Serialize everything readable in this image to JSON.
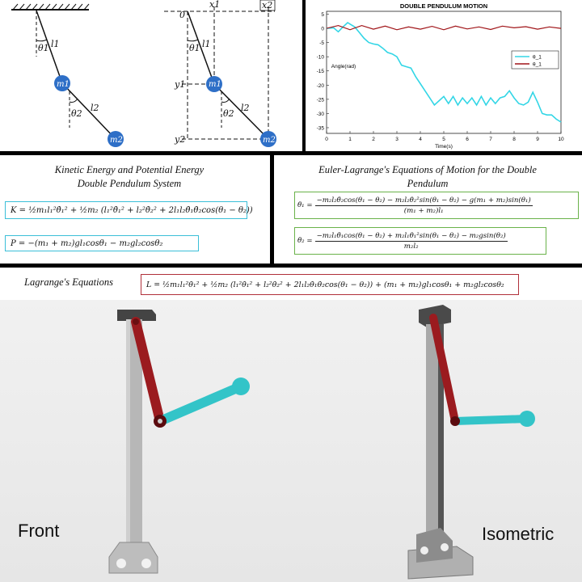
{
  "diagram": {
    "left": {
      "theta1": "θ1",
      "l1": "l1",
      "m1": "m1",
      "theta2": "θ2",
      "l2": "l2",
      "m2": "m2"
    },
    "right": {
      "origin": "0",
      "x1": "x1",
      "x2": "x2",
      "y1": "y1",
      "y2": "y2",
      "theta1": "θ1",
      "l1": "l1",
      "m1": "m1",
      "theta2": "θ2",
      "l2": "l2",
      "m2": "m2"
    }
  },
  "chart_data": {
    "type": "line",
    "title": "DOUBLE PENDULUM MOTION",
    "xlabel": "Time(s)",
    "ylabel": "Angle(rad)",
    "xlim": [
      0,
      10
    ],
    "ylim": [
      -37,
      6
    ],
    "xticks": [
      "0",
      "1",
      "2",
      "3",
      "4",
      "5",
      "6",
      "7",
      "8",
      "9",
      "10"
    ],
    "yticks": [
      "5",
      "0",
      "-5",
      "-10",
      "-15",
      "-20",
      "-25",
      "-30",
      "-35"
    ],
    "legend_position": "top-right",
    "series": [
      {
        "name": "θ_1",
        "color": "#33d6e6",
        "x": [
          0,
          0.3,
          0.5,
          0.7,
          0.9,
          1.0,
          1.2,
          1.4,
          1.6,
          1.8,
          2.0,
          2.2,
          2.4,
          2.6,
          2.8,
          3.0,
          3.2,
          3.4,
          3.6,
          3.8,
          4.0,
          4.2,
          4.4,
          4.6,
          4.8,
          5.0,
          5.2,
          5.4,
          5.6,
          5.8,
          6.0,
          6.2,
          6.4,
          6.6,
          6.8,
          7.0,
          7.2,
          7.4,
          7.6,
          7.8,
          8.0,
          8.2,
          8.4,
          8.6,
          8.8,
          9.0,
          9.2,
          9.4,
          9.6,
          9.8,
          10.0
        ],
        "values": [
          0,
          0.2,
          -1.2,
          0.5,
          2.0,
          1.5,
          0.5,
          -1.5,
          -3.5,
          -5.0,
          -5.5,
          -5.8,
          -7.0,
          -8.5,
          -9.0,
          -10.0,
          -13.0,
          -13.5,
          -14.0,
          -17.0,
          -19.5,
          -22.0,
          -24.5,
          -27.0,
          -25.5,
          -24.0,
          -26.5,
          -24.0,
          -27.0,
          -24.5,
          -26.5,
          -24.5,
          -27.0,
          -24.0,
          -27.0,
          -24.5,
          -26.5,
          -24.5,
          -24.0,
          -22.0,
          -24.5,
          -26.5,
          -27.0,
          -26.0,
          -22.5,
          -26.0,
          -30.0,
          -30.5,
          -30.5,
          -32.0,
          -33.0
        ]
      },
      {
        "name": "θ_1",
        "color": "#a01418",
        "x": [
          0,
          0.5,
          1.0,
          1.5,
          2.0,
          2.5,
          3.0,
          3.5,
          4.0,
          4.5,
          5.0,
          5.5,
          6.0,
          6.5,
          7.0,
          7.5,
          8.0,
          8.5,
          9.0,
          9.5,
          10.0
        ],
        "values": [
          0,
          1.0,
          -0.5,
          1.0,
          -0.3,
          0.8,
          -0.5,
          0.5,
          -0.3,
          0.7,
          -0.5,
          0.8,
          -0.2,
          0.5,
          -0.4,
          0.8,
          0.2,
          0.6,
          -0.3,
          0.5,
          0
        ]
      }
    ]
  },
  "energy": {
    "title_line1": "Kinetic Energy and Potential Energy",
    "title_line2": "Double Pendulum System",
    "kinetic": "K = ½m₁l₁²θ̇₁² + ½m₂ (l₁²θ̇₁² + l₂²θ̇₂² + 2l₁l₂θ̇₁θ̇₂cos(θ₁ − θ₂))",
    "potential": "P = −(m₁ + m₂)gl₁cosθ₁ − m₂gl₂cosθ₂"
  },
  "euler": {
    "title_line1": "Euler-Lagrange's Equations of Motion for the Double",
    "title_line2": "Pendulum",
    "eq1_lhs": "θ̈₁ =",
    "eq1_num": "−m₂l₂θ̈₂cos(θ₁ − θ₂) − m₂l₂θ̇₂²sin(θ₁ − θ₂) − g(m₁ + m₂)sin(θ₁)",
    "eq1_den": "(m₁ + m₂)l₁",
    "eq2_lhs": "θ̈₂ =",
    "eq2_num": "−m₂l₁θ̈₁cos(θ₁ − θ₂) + m₂l₁θ̇₁²sin(θ₁ − θ₂) − m₂gsin(θ₂)",
    "eq2_den": "m₂l₂"
  },
  "lagrange": {
    "title": "Lagrange's Equations",
    "equation": "L = ½m₁l₁²θ̇₁² + ½m₂ (l₁²θ̇₁² + l₂²θ̇₂² + 2l₁l₂θ̇₁θ̇₂cos(θ₁ − θ₂)) + (m₁ + m₂)gl₁cosθ₁ + m₂gl₂cosθ₂"
  },
  "views": {
    "front": "Front",
    "isometric": "Isometric"
  },
  "colors": {
    "mass": "#2e6fc7",
    "link1": "#9b1b1f",
    "link2": "#33c4c8",
    "stand": "#b8b8b8",
    "energy_box": "#3bbfd8",
    "euler_box": "#6ab24a",
    "lagrange_box": "#b0303a"
  }
}
